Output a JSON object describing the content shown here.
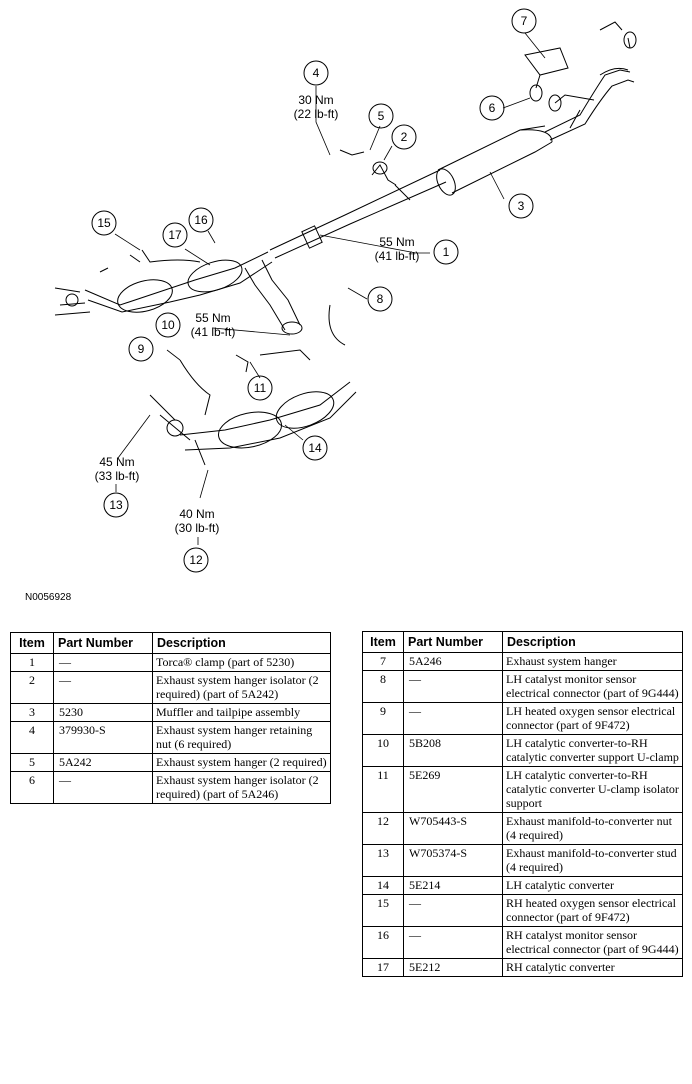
{
  "diagram": {
    "figure_id": "N0056928",
    "callouts": [
      {
        "num": "1"
      },
      {
        "num": "2"
      },
      {
        "num": "3"
      },
      {
        "num": "4"
      },
      {
        "num": "5"
      },
      {
        "num": "6"
      },
      {
        "num": "7"
      },
      {
        "num": "8"
      },
      {
        "num": "9"
      },
      {
        "num": "10"
      },
      {
        "num": "11"
      },
      {
        "num": "12"
      },
      {
        "num": "13"
      },
      {
        "num": "14"
      },
      {
        "num": "15"
      },
      {
        "num": "16"
      },
      {
        "num": "17"
      }
    ],
    "torques": {
      "t1": {
        "nm": "55 Nm",
        "lbft": "(41 lb-ft)"
      },
      "t4": {
        "nm": "30 Nm",
        "lbft": "(22 lb-ft)"
      },
      "t10": {
        "nm": "55 Nm",
        "lbft": "(41 lb-ft)"
      },
      "t12": {
        "nm": "40 Nm",
        "lbft": "(30 lb-ft)"
      },
      "t13": {
        "nm": "45 Nm",
        "lbft": "(33 lb-ft)"
      }
    }
  },
  "table": {
    "headers": {
      "item": "Item",
      "part_number": "Part Number",
      "description": "Description"
    },
    "left_rows": [
      {
        "item": "1",
        "part_number": "—",
        "description": "Torca® clamp (part of 5230)"
      },
      {
        "item": "2",
        "part_number": "—",
        "description": "Exhaust system hanger isolator (2 required) (part of 5A242)"
      },
      {
        "item": "3",
        "part_number": "5230",
        "description": "Muffler and tailpipe assembly"
      },
      {
        "item": "4",
        "part_number": "379930-S",
        "description": "Exhaust system hanger retaining nut (6 required)"
      },
      {
        "item": "5",
        "part_number": "5A242",
        "description": "Exhaust system hanger (2 required)"
      },
      {
        "item": "6",
        "part_number": "—",
        "description": "Exhaust system hanger isolator (2 required) (part of 5A246)"
      }
    ],
    "right_rows": [
      {
        "item": "7",
        "part_number": "5A246",
        "description": "Exhaust system hanger"
      },
      {
        "item": "8",
        "part_number": "—",
        "description": "LH catalyst monitor sensor electrical connector (part of 9G444)"
      },
      {
        "item": "9",
        "part_number": "—",
        "description": "LH heated oxygen sensor electrical connector (part of 9F472)"
      },
      {
        "item": "10",
        "part_number": "5B208",
        "description": "LH catalytic converter-to-RH catalytic converter support U-clamp"
      },
      {
        "item": "11",
        "part_number": "5E269",
        "description": "LH catalytic converter-to-RH catalytic converter U-clamp isolator support"
      },
      {
        "item": "12",
        "part_number": "W705443-S",
        "description": "Exhaust manifold-to-converter nut (4 required)"
      },
      {
        "item": "13",
        "part_number": "W705374-S",
        "description": "Exhaust manifold-to-converter stud (4 required)"
      },
      {
        "item": "14",
        "part_number": "5E214",
        "description": "LH catalytic converter"
      },
      {
        "item": "15",
        "part_number": "—",
        "description": "RH heated oxygen sensor electrical connector (part of 9F472)"
      },
      {
        "item": "16",
        "part_number": "—",
        "description": "RH catalyst monitor sensor electrical connector (part of 9G444)"
      },
      {
        "item": "17",
        "part_number": "5E212",
        "description": "RH catalytic converter"
      }
    ]
  }
}
